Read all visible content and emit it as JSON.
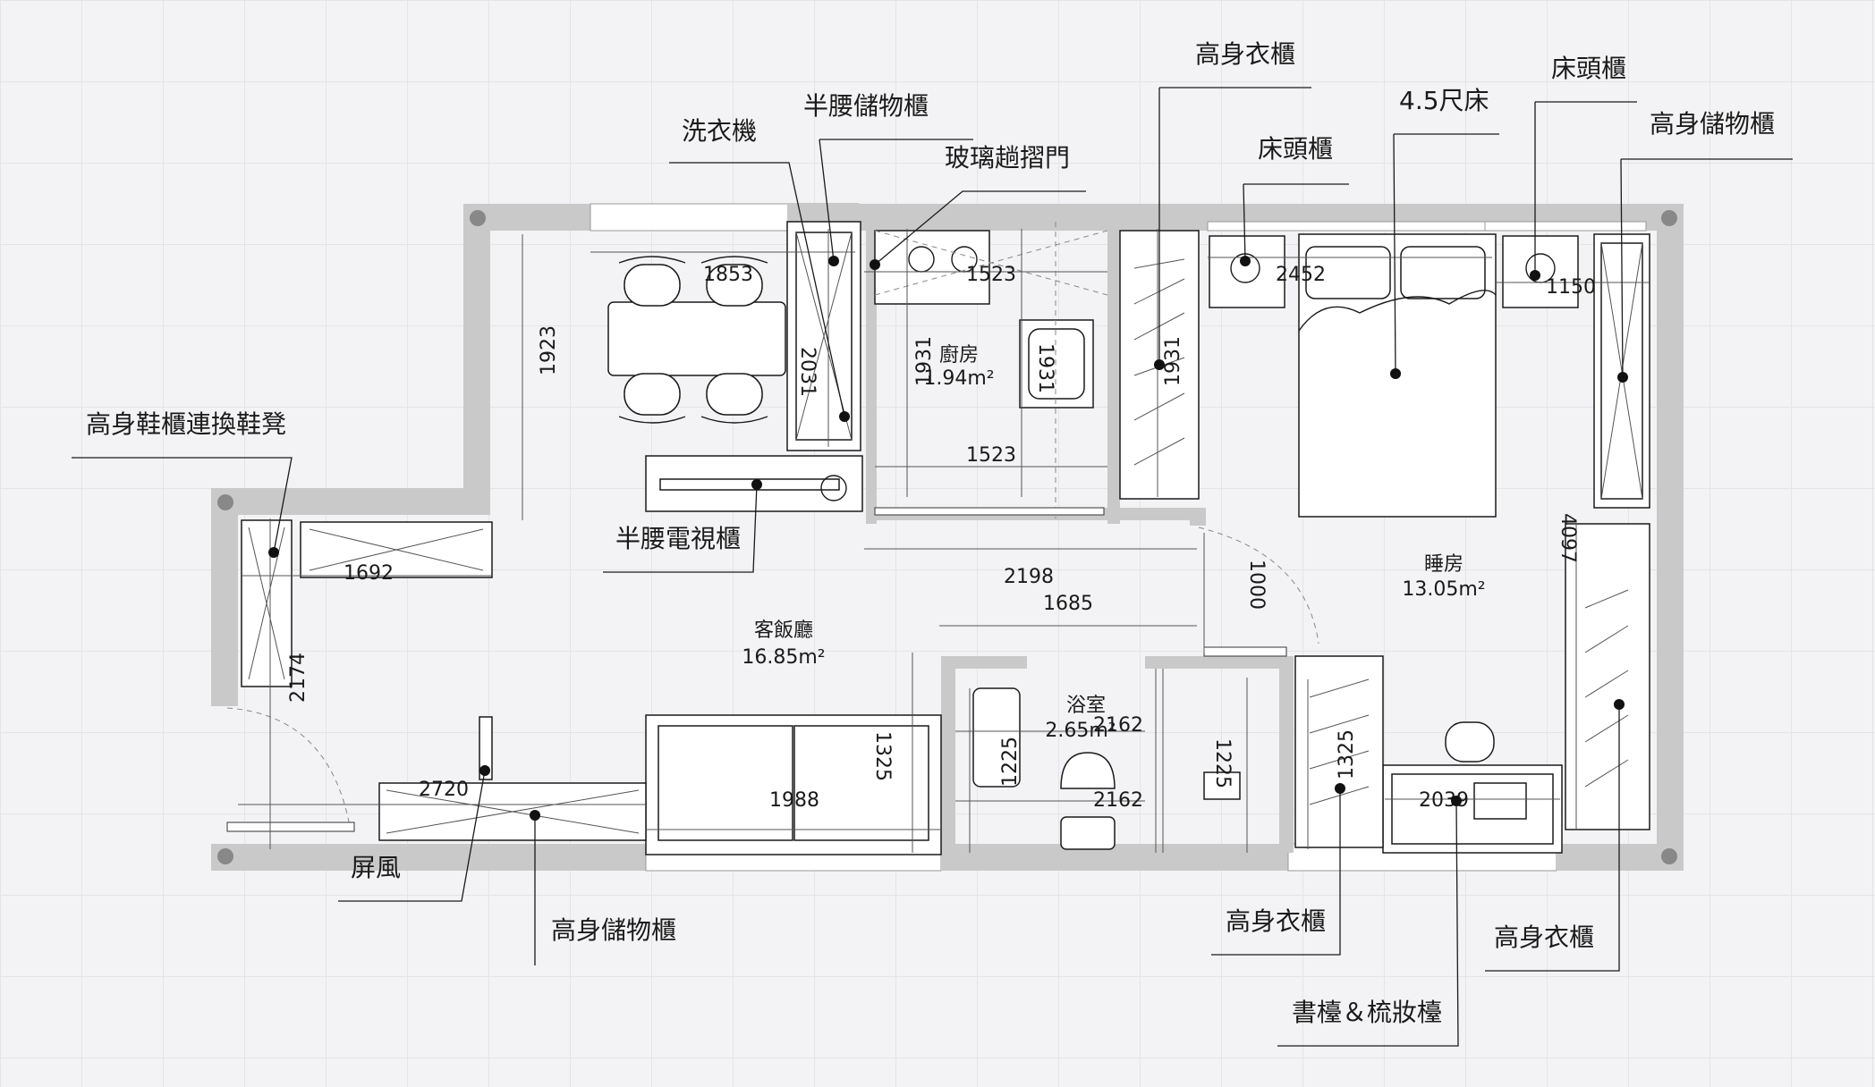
{
  "rooms": {
    "living": {
      "name": "客飯廳",
      "area": "16.85m²"
    },
    "kitchen": {
      "name": "廚房",
      "area": "1.94m²"
    },
    "bedroom": {
      "name": "睡房",
      "area": "13.05m²"
    },
    "bathroom": {
      "name": "浴室",
      "area": "2.65m²"
    }
  },
  "callouts": {
    "tall_wardrobe_top": "高身衣櫃",
    "bed": "4.5尺床",
    "bedside_right": "床頭櫃",
    "tall_storage_right": "高身儲物櫃",
    "bedside_left": "床頭櫃",
    "half_storage": "半腰儲物櫃",
    "washer": "洗衣機",
    "glass_door": "玻璃趟摺門",
    "shoe_cabinet": "高身鞋櫃連換鞋凳",
    "tv_cabinet": "半腰電視櫃",
    "screen": "屏風",
    "tall_storage_bottom": "高身儲物櫃",
    "tall_wardrobe_bottom": "高身衣櫃",
    "tall_wardrobe_right": "高身衣櫃",
    "desk": "書檯＆梳妝檯"
  },
  "dimensions": {
    "d1853": "1853",
    "d1523a": "1523",
    "d2452": "2452",
    "d1150": "1150",
    "d1923": "1923",
    "d2031": "2031",
    "d1931a": "1931",
    "d1931b": "1931",
    "d1931c": "1931",
    "d1523b": "1523",
    "d1692": "1692",
    "d2198": "2198",
    "d1685": "1685",
    "d1000": "1000",
    "d4097": "4097",
    "d2174": "2174",
    "d2720": "2720",
    "d1988": "1988",
    "d1325a": "1325",
    "d1225a": "1225",
    "d2162a": "2162",
    "d2162b": "2162",
    "d1225b": "1225",
    "d1325b": "1325",
    "d2039": "2039"
  }
}
